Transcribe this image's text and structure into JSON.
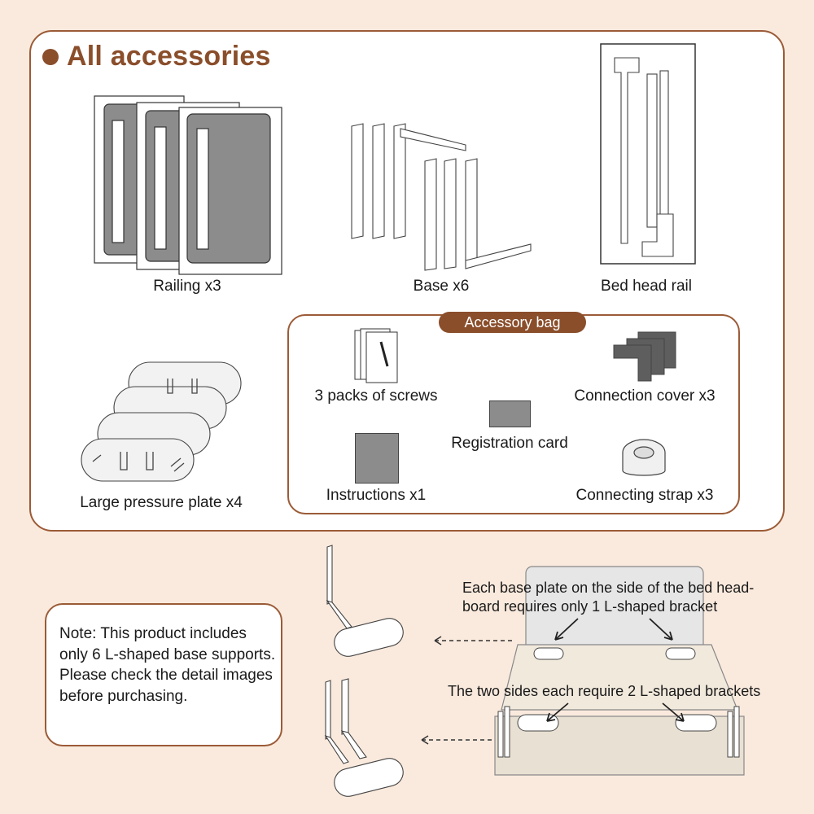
{
  "title": "All accessories",
  "items": {
    "railing": "Railing x3",
    "base": "Base x6",
    "bed_head_rail": "Bed head rail",
    "pressure_plate": "Large pressure plate x4"
  },
  "accessory_bag": {
    "tag": "Accessory bag",
    "screws": "3 packs of screws",
    "connection_cover": "Connection cover x3",
    "registration_card": "Registration card",
    "instructions": "Instructions x1",
    "connecting_strap": "Connecting strap x3"
  },
  "note": "Note: This product includes only 6 L-shaped base supports. Please check the detail images before purchasing.",
  "callouts": {
    "head_line1": "Each base plate on the side of the bed head-",
    "head_line2": "board requires only 1 L-shaped bracket",
    "sides": "The two sides each require 2 L-shaped brackets"
  },
  "colors": {
    "accent": "#8a4e2b",
    "background": "#faeadd",
    "panel": "#ffffff",
    "gray_part": "#8c8c8c"
  }
}
